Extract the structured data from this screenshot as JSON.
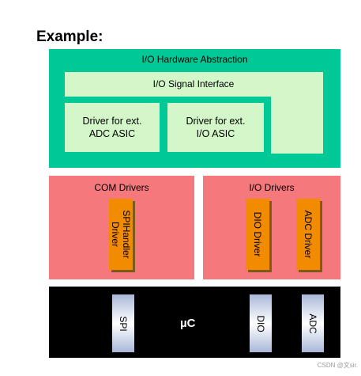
{
  "heading": "Example:",
  "hw_abstraction": {
    "label": "I/O Hardware Abstraction",
    "signal_interface": "I/O Signal Interface",
    "driver_adc": [
      "Driver for ext.",
      "ADC ASIC"
    ],
    "driver_io": [
      "Driver for ext.",
      "I/O ASIC"
    ]
  },
  "com_drivers": {
    "label": "COM Drivers",
    "spi_handler": [
      "SPIHandler",
      "Driver"
    ]
  },
  "io_drivers": {
    "label": "I/O Drivers",
    "dio": "DIO Driver",
    "adc": "ADC Driver"
  },
  "microcontroller": {
    "label": "µC",
    "pins": {
      "spi": "SPI",
      "dio": "DIO",
      "adc": "ADC"
    }
  },
  "watermark": "CSDN @文sir."
}
